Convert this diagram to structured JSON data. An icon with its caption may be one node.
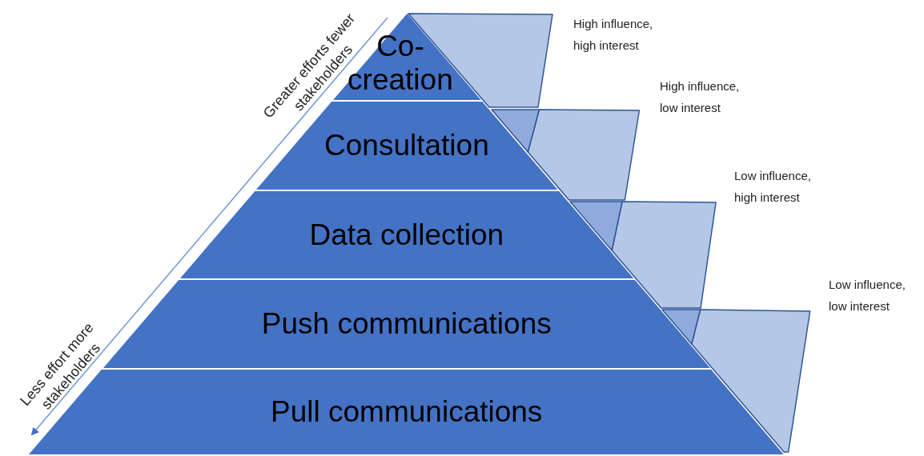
{
  "diagram": {
    "nodes": [
      {
        "text": [
          "Co-creation"
        ]
      },
      {
        "text": [
          "Consultation"
        ]
      },
      {
        "text": [
          "Data collection"
        ]
      },
      {
        "text": [
          "Push communications"
        ]
      },
      {
        "text": [
          "Pull communications"
        ]
      },
      {
        "text": [],
        "shape": "flag",
        "beside": [
          "High influence, high interest"
        ]
      },
      {
        "text": [],
        "shape": "flag",
        "beside": [
          "High influence, low interest"
        ]
      },
      {
        "text": [],
        "shape": "flag",
        "beside": [
          "Low influence, high interest"
        ]
      },
      {
        "text": [],
        "shape": "flag",
        "beside": [
          "Low influence, low interest"
        ]
      }
    ],
    "labels": [
      "Greater efforts fewer stakeholders",
      "Less effort more stakeholders"
    ]
  }
}
